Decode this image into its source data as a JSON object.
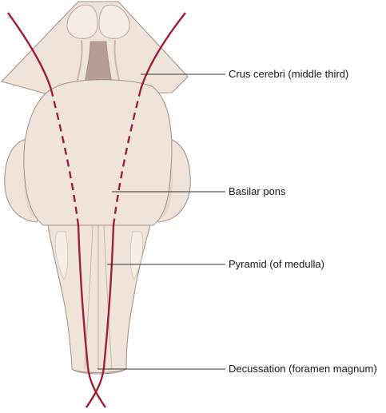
{
  "labels": {
    "crus": "Crus cerebri (middle third)",
    "basilar": "Basilar pons",
    "pyramid": "Pyramid (of medulla)",
    "decussation": "Decussation (foramen magnum)"
  },
  "colors": {
    "tissue": "#f0e4da",
    "outline": "#a38f84",
    "shadow": "#dccbbf",
    "highlight": "#f8efe7",
    "groove": "#b9a39a",
    "aqueduct": "#b79d95",
    "tract": "#a01e3a",
    "leader": "#333333"
  }
}
